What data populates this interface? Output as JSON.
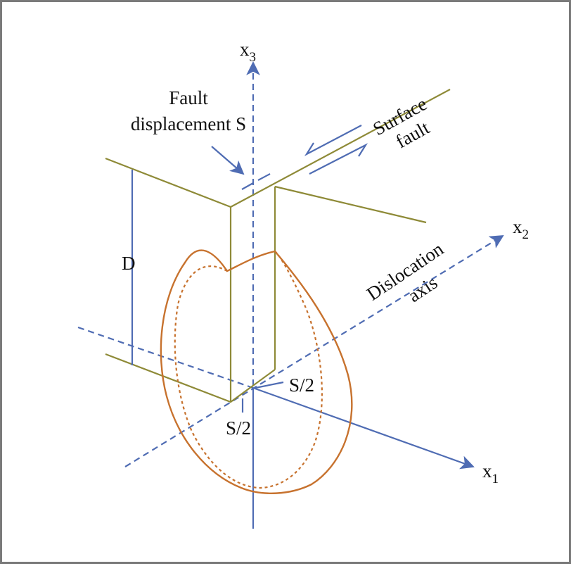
{
  "labels": {
    "x3": "x",
    "x3_sub": "3",
    "x2": "x",
    "x2_sub": "2",
    "x1": "x",
    "x1_sub": "1",
    "fault_disp_line1": "Fault",
    "fault_disp_line2": "displacement S",
    "surface_line1": "Surface",
    "surface_line2": "fault",
    "depth": "D",
    "disloc_line1": "Dislocation",
    "disloc_line2": "axis",
    "half_slip_right": "S/2",
    "half_slip_left": "S/2"
  },
  "colors": {
    "axis": "#4f6cb3",
    "fault": "#8e8a37",
    "ellipse": "#c7722e",
    "frame": "#7a7a7a",
    "text": "#111111"
  }
}
